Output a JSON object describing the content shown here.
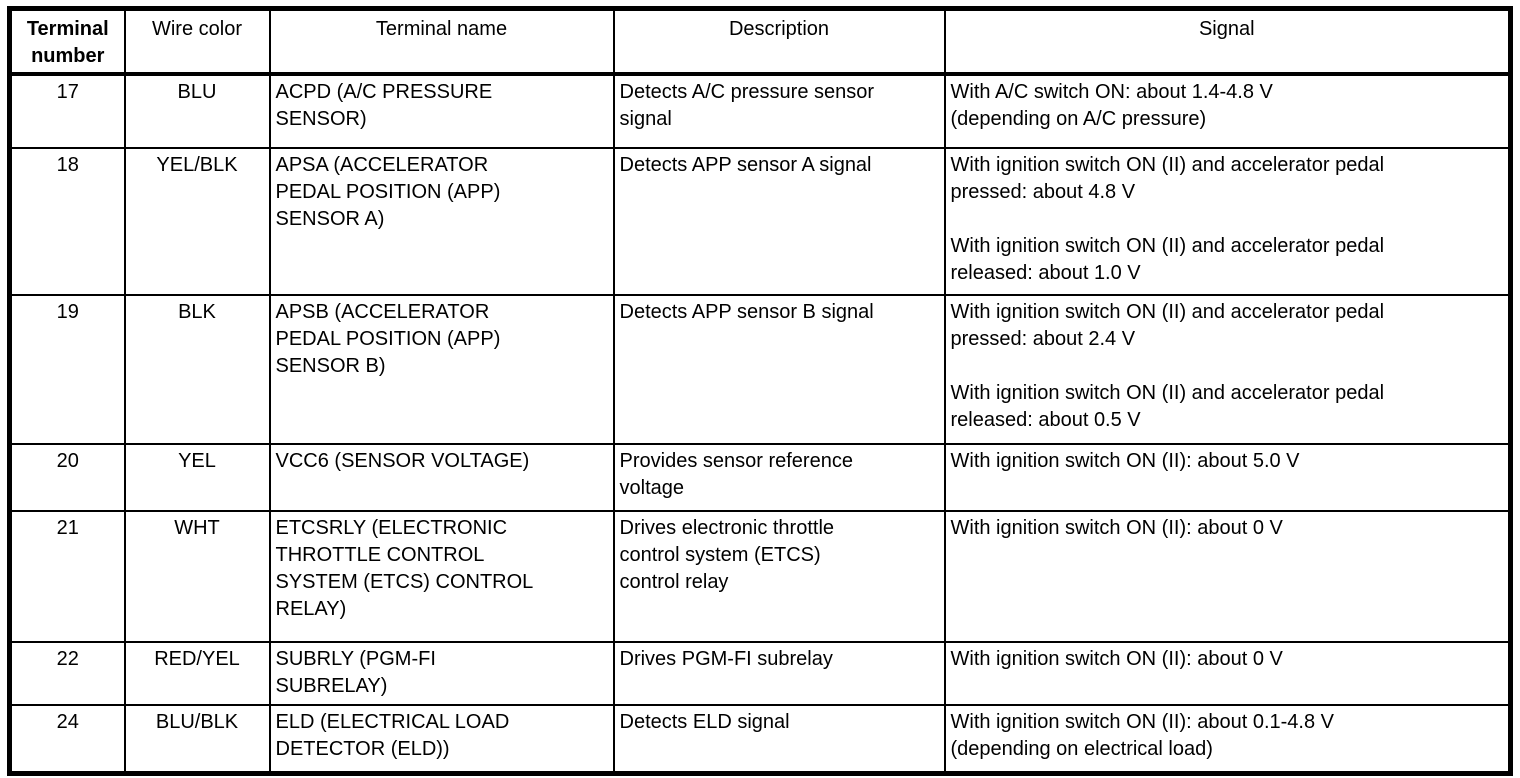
{
  "colors": {
    "background": "#ffffff",
    "border": "#000000",
    "text": "#000000"
  },
  "table": {
    "columns": [
      {
        "key": "terminal_number",
        "label": "Terminal number"
      },
      {
        "key": "wire_color",
        "label": "Wire color"
      },
      {
        "key": "terminal_name",
        "label": "Terminal name"
      },
      {
        "key": "description",
        "label": "Description"
      },
      {
        "key": "signal",
        "label": "Signal"
      }
    ],
    "rows": [
      {
        "terminal_number": "17",
        "wire_color": "BLU",
        "terminal_name": "ACPD (A/C PRESSURE\nSENSOR)",
        "description": "Detects A/C pressure sensor\nsignal",
        "signal": "With A/C switch ON: about 1.4-4.8 V\n(depending on A/C pressure)"
      },
      {
        "terminal_number": "18",
        "wire_color": "YEL/BLK",
        "terminal_name": "APSA (ACCELERATOR\nPEDAL POSITION (APP)\nSENSOR A)",
        "description": "Detects APP sensor A signal",
        "signal": "With ignition switch ON (II) and accelerator pedal\npressed: about 4.8 V\n\nWith ignition switch ON (II) and accelerator pedal\nreleased: about 1.0 V"
      },
      {
        "terminal_number": "19",
        "wire_color": "BLK",
        "terminal_name": "APSB (ACCELERATOR\nPEDAL POSITION (APP)\nSENSOR B)",
        "description": "Detects APP sensor B signal",
        "signal": "With ignition switch ON (II) and accelerator pedal\npressed: about 2.4 V\n\nWith ignition switch ON (II) and accelerator pedal\nreleased: about 0.5 V"
      },
      {
        "terminal_number": "20",
        "wire_color": "YEL",
        "terminal_name": "VCC6 (SENSOR VOLTAGE)",
        "description": "Provides sensor reference\nvoltage",
        "signal": "With ignition switch ON (II): about 5.0 V"
      },
      {
        "terminal_number": "21",
        "wire_color": "WHT",
        "terminal_name": "ETCSRLY (ELECTRONIC\nTHROTTLE CONTROL\nSYSTEM (ETCS) CONTROL\nRELAY)",
        "description": "Drives electronic throttle\ncontrol system (ETCS)\ncontrol relay",
        "signal": "With ignition switch ON (II): about 0 V"
      },
      {
        "terminal_number": "22",
        "wire_color": "RED/YEL",
        "terminal_name": "SUBRLY (PGM-FI\nSUBRELAY)",
        "description": "Drives PGM-FI subrelay",
        "signal": "With ignition switch ON (II): about 0 V"
      },
      {
        "terminal_number": "24",
        "wire_color": "BLU/BLK",
        "terminal_name": "ELD (ELECTRICAL LOAD\nDETECTOR (ELD))",
        "description": "Detects ELD signal",
        "signal": "With ignition switch ON (II): about 0.1-4.8 V\n(depending on electrical load)"
      }
    ]
  }
}
